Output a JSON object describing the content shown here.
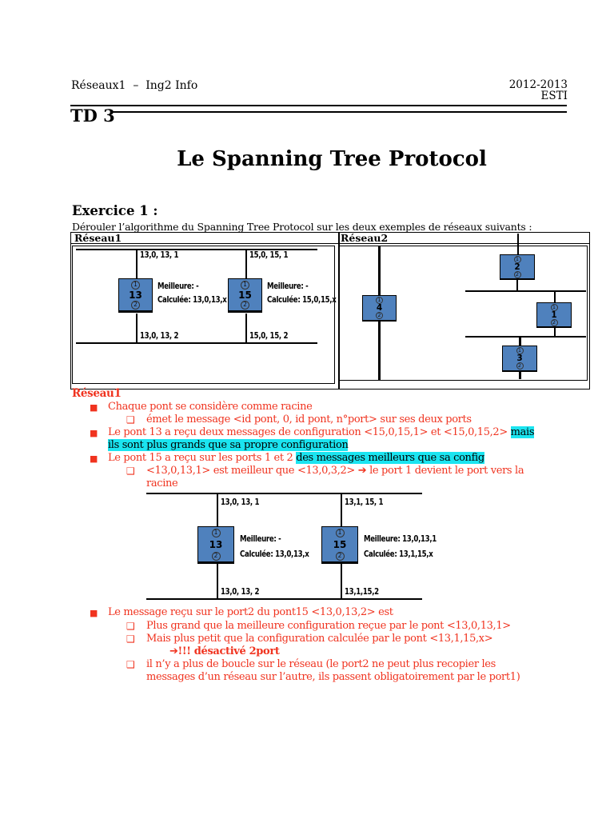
{
  "page": {
    "course": "Réseaux1  –  Ing2 Info",
    "year": "2012-2013",
    "school": "ESTI",
    "td_label": "TD 3",
    "title": "Le Spanning Tree Protocol",
    "exercise_heading": "Exercice 1 :",
    "exercise_intro": "Dérouler l’algorithme du Spanning Tree Protocol sur les deux exemples de réseaux suivants :"
  },
  "table": {
    "net1_header": "Réseau1",
    "net2_header": "Réseau2"
  },
  "icons": {
    "filled_square": "■",
    "hollow_square": "❑"
  },
  "diagram1": {
    "bridges": [
      {
        "port1": "1",
        "port2": "2",
        "id": "13",
        "top_label": "13,0, 13, 1",
        "bottom_label": "13,0, 13, 2",
        "best": "Meilleure: -",
        "computed": "Calculée: 13,0,13,x"
      },
      {
        "port1": "1",
        "port2": "2",
        "id": "15",
        "top_label": "15,0, 15, 1",
        "bottom_label": "15,0, 15, 2",
        "best": "Meilleure: -",
        "computed": "Calculée: 15,0,15,x"
      }
    ]
  },
  "diagram2": {
    "bridges": [
      {
        "port1": "1",
        "id": "4",
        "port2": "2"
      },
      {
        "port1": "1",
        "id": "2",
        "port2": "2"
      },
      {
        "port1": "1",
        "id": "1",
        "port2": "2"
      },
      {
        "port1": "1",
        "id": "3",
        "port2": "2"
      }
    ]
  },
  "notes1": {
    "heading": "Réseau1",
    "b1": "Chaque pont se considère comme racine",
    "b1_sub": "émet le message <id pont, 0, id pont, n°port> sur ses deux ports",
    "b2_part_red": "Le pont 13 a reçu deux messages de configuration <15,0,15,1> et <15,0,15,2> ",
    "b2_part_highlight": "mais",
    "b2_line2_highlight": "ils sont plus grands que sa propre configuration",
    "b3_part_red": "Le pont 15 a reçu sur les ports 1 et 2 ",
    "b3_part_highlight": "des messages meilleurs que sa config",
    "b3_sub_line1": "<13,0,13,1> est meilleur que <13,0,3,2> ➔ le port 1 devient le port vers la",
    "b3_sub_line2": "racine"
  },
  "diagram3": {
    "bridges": [
      {
        "port1": "1",
        "port2": "2",
        "id": "13",
        "top_label": "13,0, 13, 1",
        "bottom_label": "13,0, 13, 2",
        "best": "Meilleure: -",
        "computed": "Calculée: 13,0,13,x"
      },
      {
        "port1": "1",
        "port2": "2",
        "id": "15",
        "top_label": "13,1, 15, 1",
        "bottom_label": "13,1,15,2",
        "best": "Meilleure: 13,0,13,1",
        "computed": "Calculée: 13,1,15,x"
      }
    ]
  },
  "notes2": {
    "b1": "Le message reçu sur le port2 du pont15 <13,0,13,2> est",
    "s1": "Plus grand que la meilleure configuration reçue par le pont <13,0,13,1>",
    "s2": "Mais plus petit que la configuration calculée par le pont <13,1,15,x>",
    "s2_note": "➔!!! désactivé 2port",
    "s3_line1": "il n’y a plus de boucle sur le réseau (le port2 ne peut plus recopier les",
    "s3_line2": "messages d’un réseau sur l’autre, ils passent obligatoirement par le port1)"
  },
  "colors": {
    "red": "#f0331f",
    "highlight_cyan": "#1be4f0",
    "bridge_blue": "#4f81bd"
  }
}
